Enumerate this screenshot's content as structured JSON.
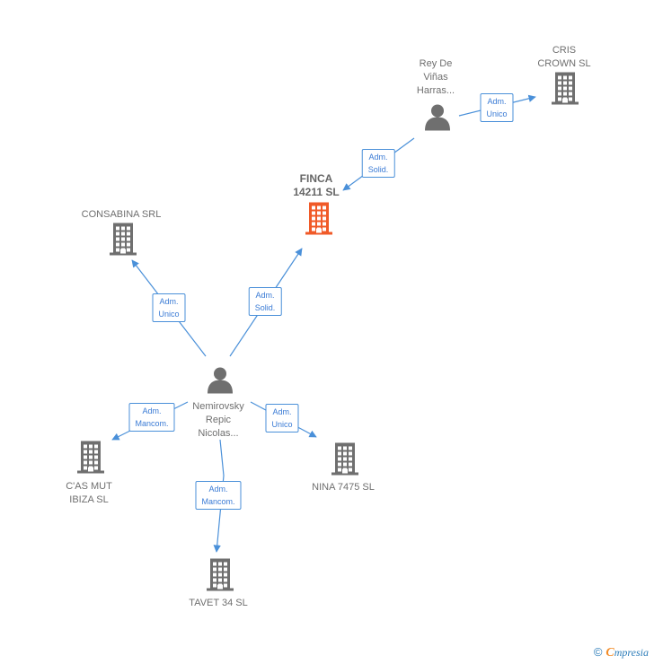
{
  "nodes": [
    {
      "id": "rey",
      "type": "person",
      "label": "Rey De\nViñas\nHarras...",
      "highlight": false
    },
    {
      "id": "cris",
      "type": "company",
      "label": "CRIS\nCROWN  SL",
      "highlight": false
    },
    {
      "id": "finca",
      "type": "company",
      "label": "FINCA\n14211  SL",
      "highlight": true
    },
    {
      "id": "consabina",
      "type": "company",
      "label": "CONSABINA SRL",
      "highlight": false
    },
    {
      "id": "nemirovsky",
      "type": "person",
      "label": "Nemirovsky\nRepic\nNicolas...",
      "highlight": false
    },
    {
      "id": "casmut",
      "type": "company",
      "label": "C'AS MUT\nIBIZA  SL",
      "highlight": false
    },
    {
      "id": "nina",
      "type": "company",
      "label": "NINA 7475  SL",
      "highlight": false
    },
    {
      "id": "tavet",
      "type": "company",
      "label": "TAVET 34 SL",
      "highlight": false
    }
  ],
  "edges": [
    {
      "from": "rey",
      "to": "cris",
      "label": "Adm.\nUnico"
    },
    {
      "from": "rey",
      "to": "finca",
      "label": "Adm.\nSolid."
    },
    {
      "from": "nemirovsky",
      "to": "finca",
      "label": "Adm.\nSolid."
    },
    {
      "from": "nemirovsky",
      "to": "consabina",
      "label": "Adm.\nUnico"
    },
    {
      "from": "nemirovsky",
      "to": "casmut",
      "label": "Adm.\nMancom."
    },
    {
      "from": "nemirovsky",
      "to": "nina",
      "label": "Adm.\nUnico"
    },
    {
      "from": "nemirovsky",
      "to": "tavet",
      "label": "Adm.\nMancom."
    }
  ],
  "colors": {
    "edge": "#4a90d9",
    "company_icon": "#6f6f6f",
    "company_highlight": "#f05a28",
    "person_icon": "#6f6f6f"
  },
  "footer": {
    "copyright_symbol": "©",
    "brand_initial": "C",
    "brand_rest": "mpresia"
  }
}
